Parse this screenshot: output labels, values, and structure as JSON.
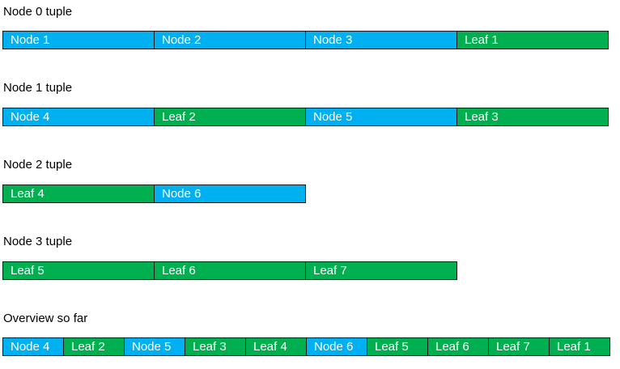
{
  "colors": {
    "node": "#00b0f0",
    "leaf": "#00b050"
  },
  "sections": [
    {
      "title": "Node 0 tuple",
      "cells": [
        {
          "text": "Node 1",
          "kind": "node"
        },
        {
          "text": "Node 2",
          "kind": "node"
        },
        {
          "text": "Node 3",
          "kind": "node"
        },
        {
          "text": "Leaf 1",
          "kind": "leaf"
        }
      ]
    },
    {
      "title": "Node 1 tuple",
      "cells": [
        {
          "text": "Node 4",
          "kind": "node"
        },
        {
          "text": "Leaf 2",
          "kind": "leaf"
        },
        {
          "text": "Node 5",
          "kind": "node"
        },
        {
          "text": "Leaf 3",
          "kind": "leaf"
        }
      ]
    },
    {
      "title": "Node 2 tuple",
      "cells": [
        {
          "text": "Leaf 4",
          "kind": "leaf"
        },
        {
          "text": "Node 6",
          "kind": "node"
        }
      ]
    },
    {
      "title": "Node 3 tuple",
      "cells": [
        {
          "text": "Leaf 5",
          "kind": "leaf"
        },
        {
          "text": "Leaf 6",
          "kind": "leaf"
        },
        {
          "text": "Leaf 7",
          "kind": "leaf"
        }
      ]
    },
    {
      "title": "Overview so far",
      "cells": [
        {
          "text": "Node 4",
          "kind": "node"
        },
        {
          "text": "Leaf 2",
          "kind": "leaf"
        },
        {
          "text": "Node 5",
          "kind": "node"
        },
        {
          "text": "Leaf 3",
          "kind": "leaf"
        },
        {
          "text": "Leaf 4",
          "kind": "leaf"
        },
        {
          "text": "Node 6",
          "kind": "node"
        },
        {
          "text": "Leaf 5",
          "kind": "leaf"
        },
        {
          "text": "Leaf 6",
          "kind": "leaf"
        },
        {
          "text": "Leaf 7",
          "kind": "leaf"
        },
        {
          "text": "Leaf 1",
          "kind": "leaf"
        }
      ]
    }
  ]
}
